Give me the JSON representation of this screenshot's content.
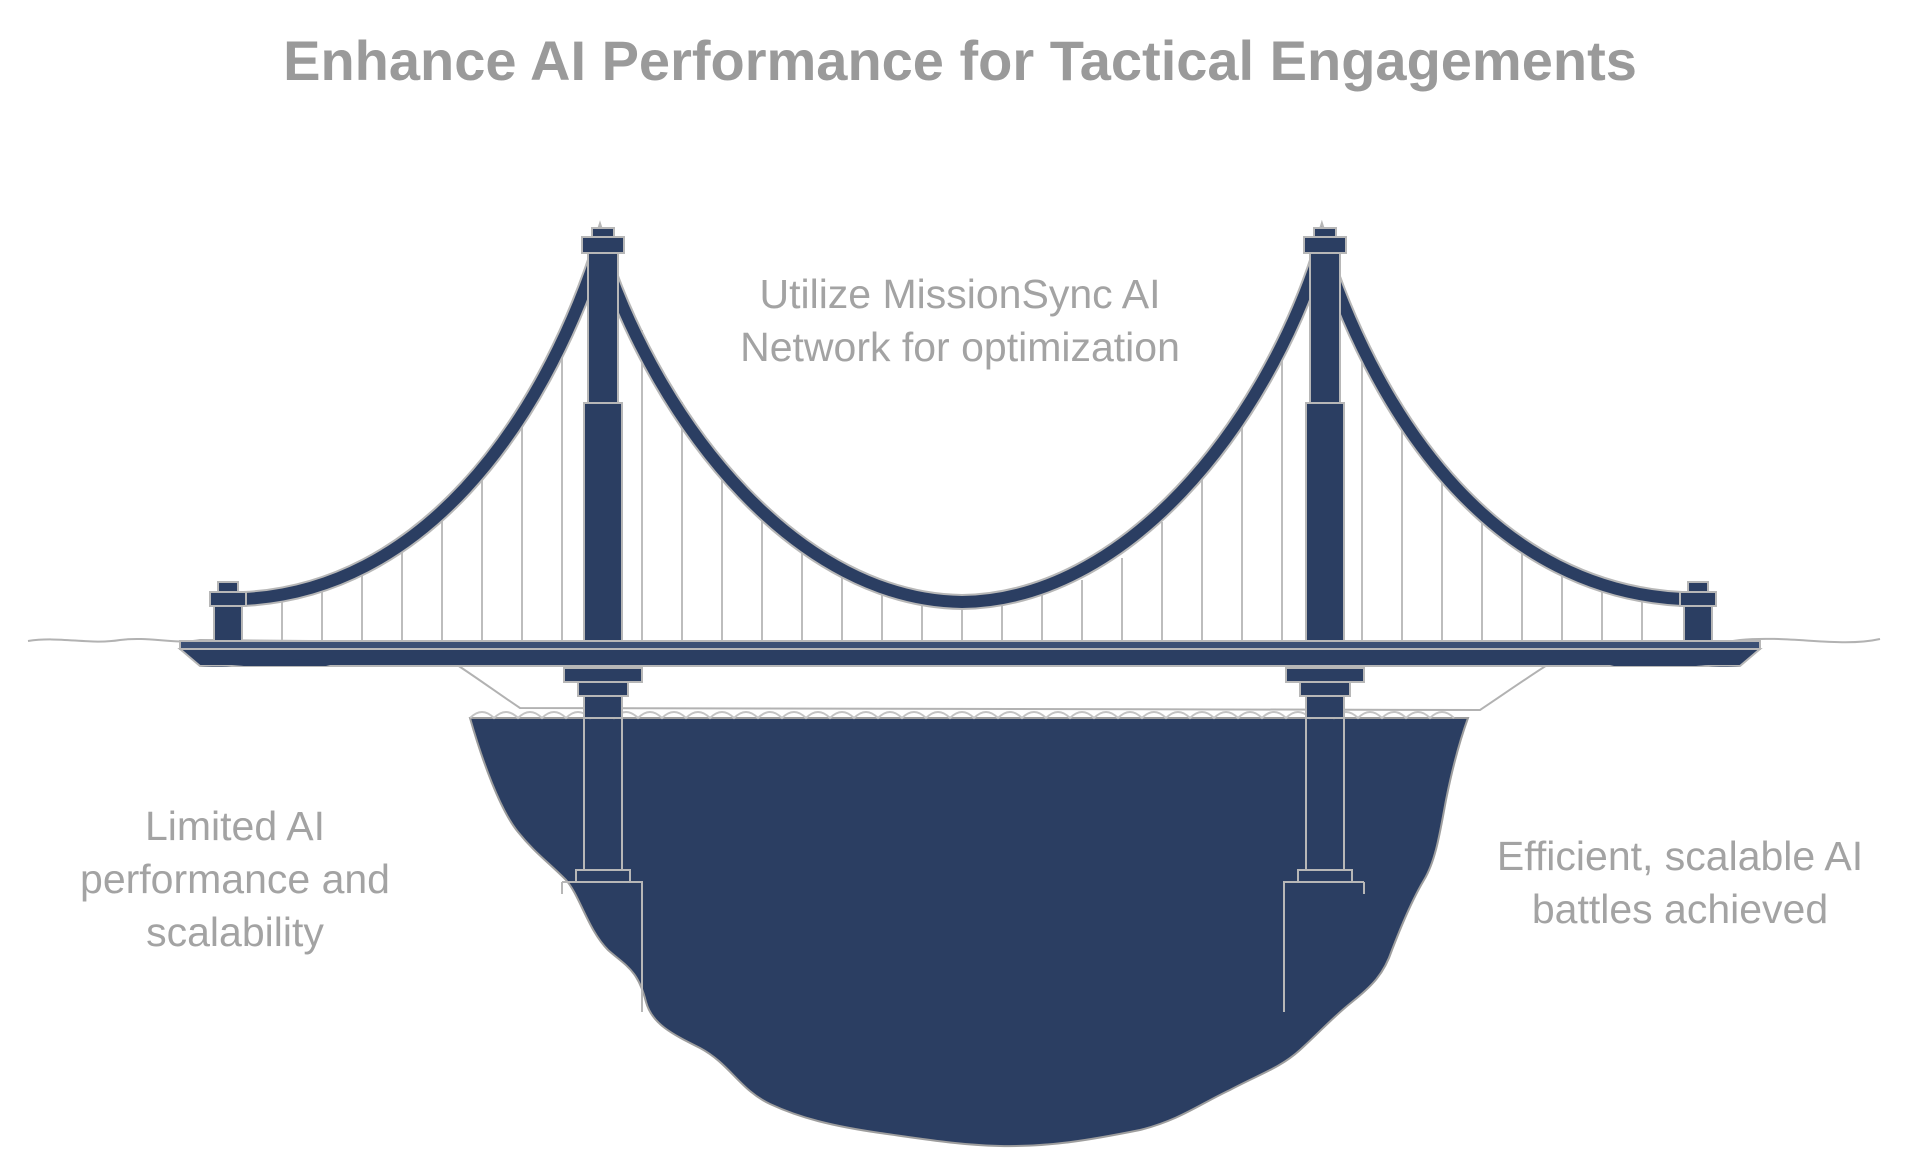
{
  "title": "Enhance AI Performance for Tactical Engagements",
  "labels": {
    "left": "Limited AI performance and scalability",
    "middle": "Utilize MissionSync AI Network for optimization",
    "right": "Efficient, scalable AI battles achieved"
  },
  "colors": {
    "bridge": "#2b3e62",
    "outline": "#b7b7b7",
    "cable_line": "#bdbdbd",
    "text": "#a3a3a3"
  }
}
